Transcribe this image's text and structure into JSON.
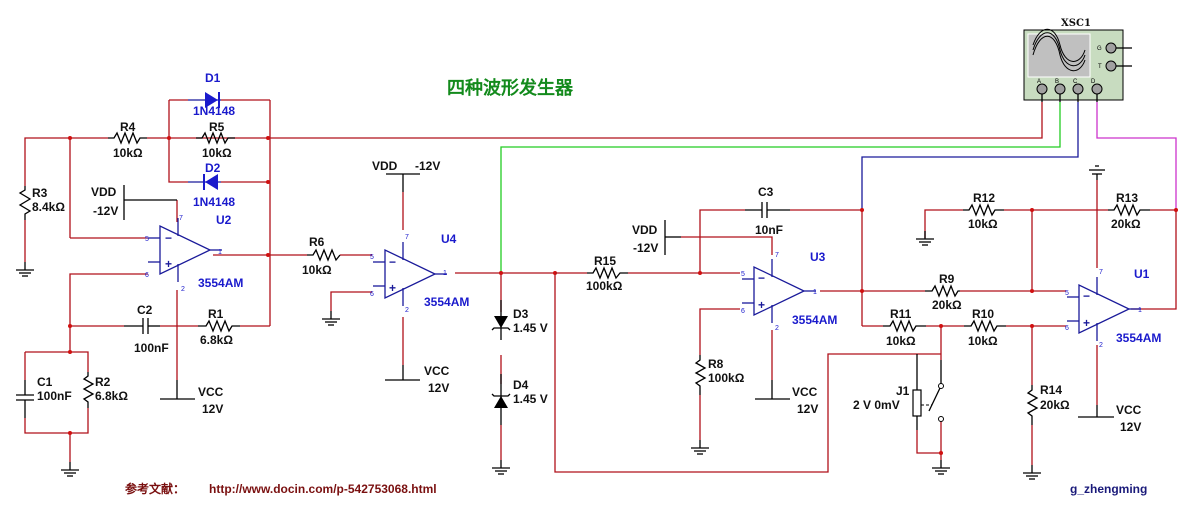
{
  "title": "四种波形发生器",
  "reference": {
    "label": "参考文献：",
    "url": "http://www.docin.com/p-542753068.html"
  },
  "author": "g_zhengming",
  "oscilloscope": {
    "name": "XSC1",
    "channels": [
      "A",
      "B",
      "C",
      "D"
    ],
    "aux": [
      "G",
      "T"
    ]
  },
  "components": {
    "R1": {
      "ref": "R1",
      "value": "6.8kΩ"
    },
    "R2": {
      "ref": "R2",
      "value": "6.8kΩ"
    },
    "R3": {
      "ref": "R3",
      "value": "8.4kΩ"
    },
    "R4": {
      "ref": "R4",
      "value": "10kΩ"
    },
    "R5": {
      "ref": "R5",
      "value": "10kΩ"
    },
    "R6": {
      "ref": "R6",
      "value": "10kΩ"
    },
    "R8": {
      "ref": "R8",
      "value": "100kΩ"
    },
    "R9": {
      "ref": "R9",
      "value": "20kΩ"
    },
    "R10": {
      "ref": "R10",
      "value": "10kΩ"
    },
    "R11": {
      "ref": "R11",
      "value": "10kΩ"
    },
    "R12": {
      "ref": "R12",
      "value": "10kΩ"
    },
    "R13": {
      "ref": "R13",
      "value": "20kΩ"
    },
    "R14": {
      "ref": "R14",
      "value": "20kΩ"
    },
    "R15": {
      "ref": "R15",
      "value": "100kΩ"
    },
    "C1": {
      "ref": "C1",
      "value": "100nF"
    },
    "C2": {
      "ref": "C2",
      "value": "100nF"
    },
    "C3": {
      "ref": "C3",
      "value": "10nF"
    },
    "D1": {
      "ref": "D1",
      "value": "1N4148"
    },
    "D2": {
      "ref": "D2",
      "value": "1N4148"
    },
    "D3": {
      "ref": "D3",
      "value": "1.45 V"
    },
    "D4": {
      "ref": "D4",
      "value": "1.45 V"
    },
    "J1": {
      "ref": "J1",
      "value": "2 V 0mV"
    },
    "U1": {
      "ref": "U1",
      "part": "3554AM"
    },
    "U2": {
      "ref": "U2",
      "part": "3554AM"
    },
    "U3": {
      "ref": "U3",
      "part": "3554AM"
    },
    "U4": {
      "ref": "U4",
      "part": "3554AM"
    }
  },
  "supplies": {
    "vdd": {
      "name": "VDD",
      "value": "-12V"
    },
    "vcc": {
      "name": "VCC",
      "value": "12V"
    }
  },
  "pins": {
    "inv": "5",
    "noninv": "6",
    "out": "1",
    "vplus": "7",
    "vminus": "2",
    "minus": "−",
    "plus": "+"
  },
  "colors": {
    "wire": "#b0111a",
    "title": "#138a1c",
    "chanB": "#22cc22",
    "chanC": "#1a1a9a",
    "chanD": "#cc33cc",
    "scope": "#c8dcc0"
  }
}
